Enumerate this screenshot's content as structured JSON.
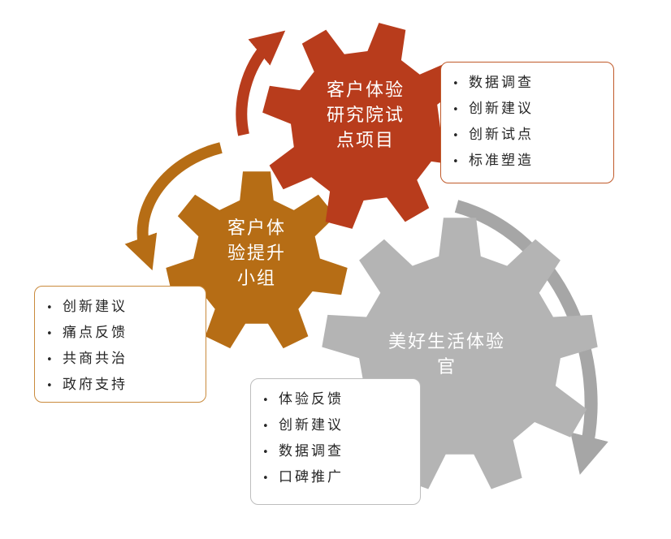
{
  "gears": [
    {
      "id": "gear-research",
      "label_lines": [
        "客户体验",
        "研究院试",
        "点项目"
      ],
      "color": "#b83c1c"
    },
    {
      "id": "gear-team",
      "label_lines": [
        "客户体",
        "验提升",
        "小组"
      ],
      "color": "#b66d15"
    },
    {
      "id": "gear-officer",
      "label_lines": [
        "美好生活体验",
        "官"
      ],
      "color": "#b4b4b4"
    }
  ],
  "lists": {
    "research": {
      "items": [
        "数据调查",
        "创新建议",
        "创新试点",
        "标准塑造"
      ],
      "border": "#c05a2a"
    },
    "team": {
      "items": [
        "创新建议",
        "痛点反馈",
        "共商共治",
        "政府支持"
      ],
      "border": "#c98a3c"
    },
    "officer": {
      "items": [
        "体验反馈",
        "创新建议",
        "数据调查",
        "口碑推广"
      ],
      "border": "#bdbdbd"
    }
  },
  "bullet": "•"
}
